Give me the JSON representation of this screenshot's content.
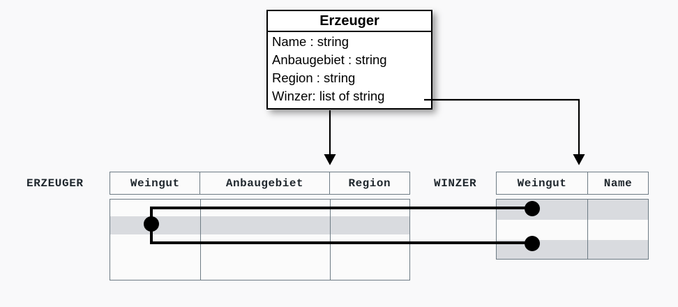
{
  "diagram": {
    "title_visible": false,
    "background_color": "#f9f9fa",
    "shade_color": "#d9dbdf",
    "line_color": "#000000",
    "table_border_color": "#6d7b84"
  },
  "uml_class": {
    "name": "Erzeuger",
    "attributes": [
      "Name : string",
      "Anbaugebiet : string",
      "Region : string",
      "Winzer: list of string"
    ]
  },
  "tables": [
    {
      "label": "ERZEUGER",
      "columns": [
        "Weingut",
        "Anbaugebiet",
        "Region"
      ],
      "rows": [
        {
          "cells": [
            "",
            "",
            ""
          ],
          "shaded": false
        },
        {
          "cells": [
            "",
            "",
            ""
          ],
          "shaded": true
        },
        {
          "cells": [
            "",
            "",
            ""
          ],
          "shaded": false
        },
        {
          "cells": [
            "",
            "",
            ""
          ],
          "shaded": false
        }
      ]
    },
    {
      "label": "WINZER",
      "columns": [
        "Weingut",
        "Name"
      ],
      "rows": [
        {
          "cells": [
            "",
            ""
          ],
          "shaded": true
        },
        {
          "cells": [
            "",
            ""
          ],
          "shaded": false
        },
        {
          "cells": [
            "",
            ""
          ],
          "shaded": true
        }
      ]
    }
  ],
  "connectors": {
    "arrow_to_erzeuger": "Winzer attribute maps down to ERZEUGER table",
    "arrow_to_winzer": "Winzer attribute maps right then down to WINZER Weingut column",
    "link_erzeuger_row2_to_winzer_row1": "join line",
    "link_erzeuger_row2_to_winzer_row3": "join line"
  }
}
